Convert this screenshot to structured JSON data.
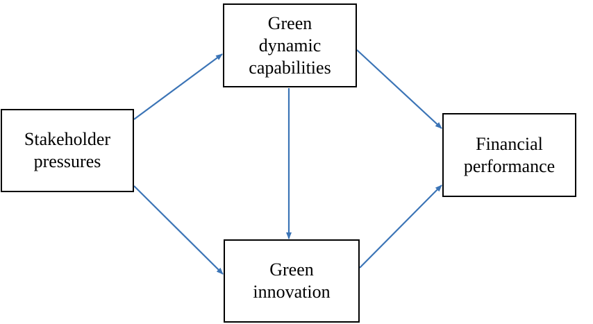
{
  "nodes": {
    "stakeholder_pressures": {
      "lines": [
        "Stakeholder",
        "pressures"
      ]
    },
    "green_dynamic_capabilities": {
      "lines": [
        "Green",
        "dynamic",
        "capabilities"
      ]
    },
    "financial_performance": {
      "lines": [
        "Financial",
        "performance"
      ]
    },
    "green_innovation": {
      "lines": [
        "Green",
        "innovation"
      ]
    }
  },
  "edges": [
    {
      "from": "stakeholder_pressures",
      "to": "green_dynamic_capabilities"
    },
    {
      "from": "stakeholder_pressures",
      "to": "green_innovation"
    },
    {
      "from": "green_dynamic_capabilities",
      "to": "financial_performance"
    },
    {
      "from": "green_dynamic_capabilities",
      "to": "green_innovation"
    },
    {
      "from": "green_innovation",
      "to": "financial_performance"
    }
  ],
  "colors": {
    "arrow": "#3B74B6",
    "box_border": "#000000",
    "text": "#000000",
    "background": "#ffffff"
  }
}
